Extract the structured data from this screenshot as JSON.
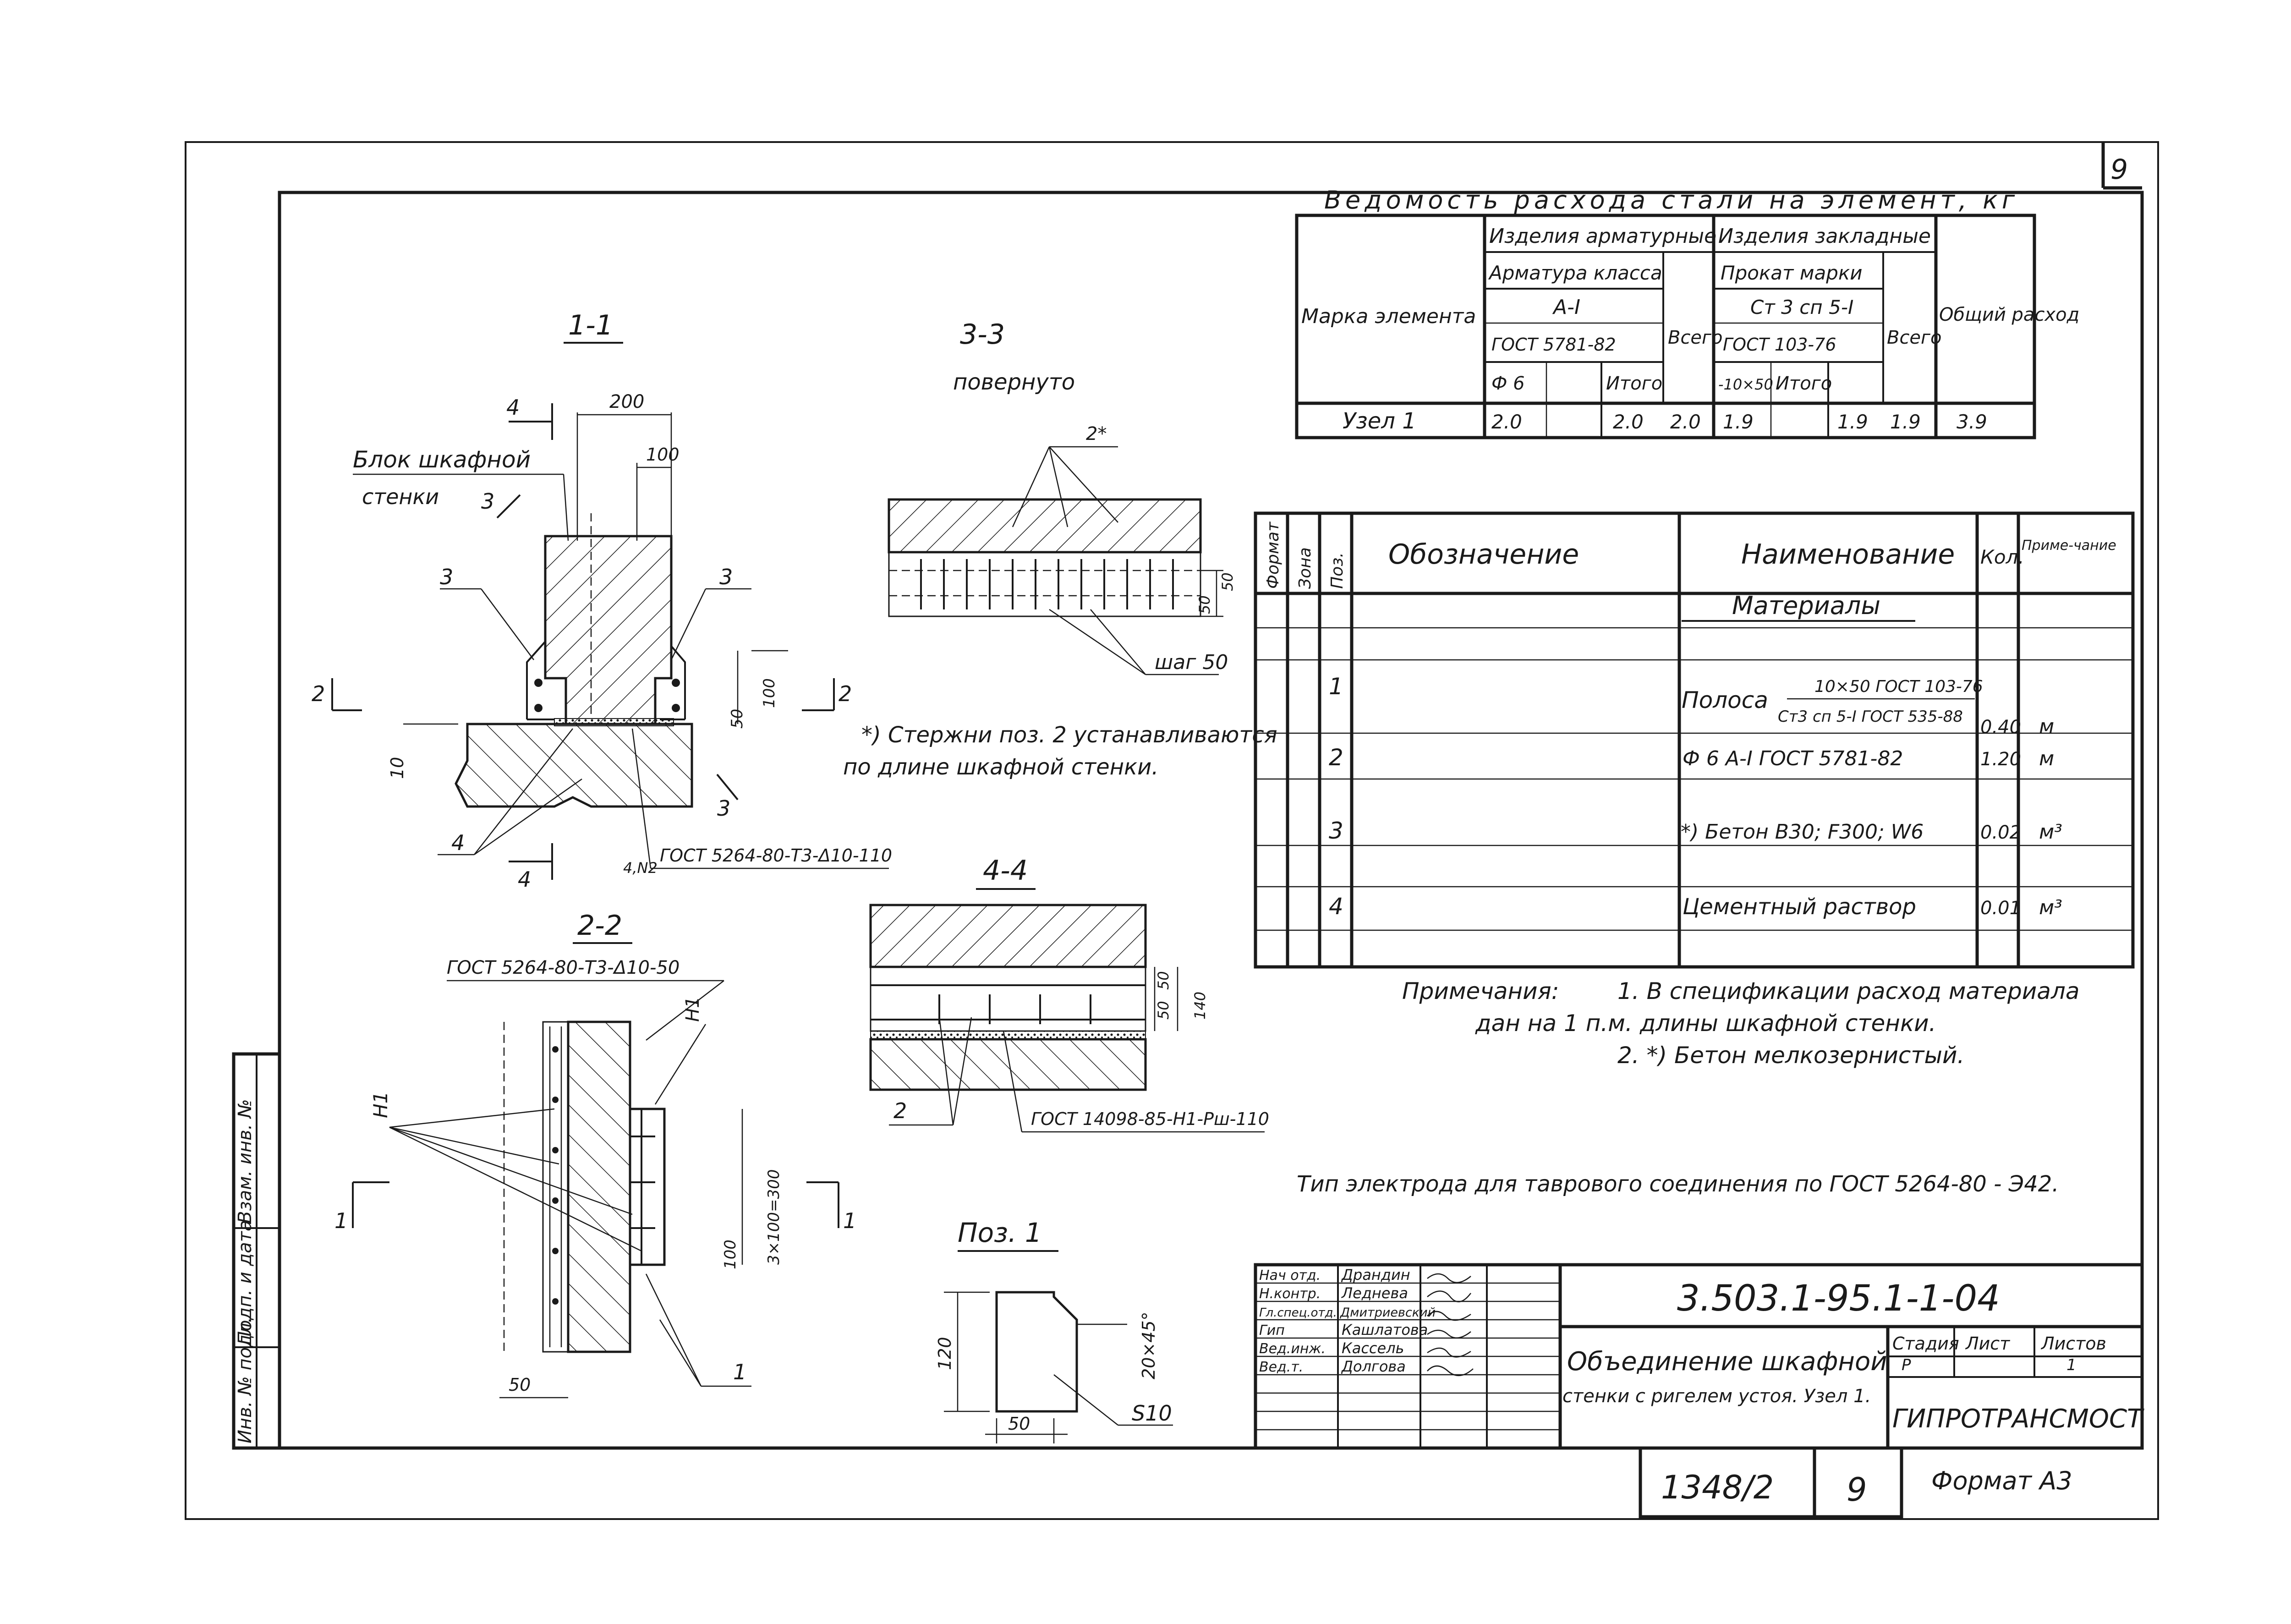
{
  "sheet_number": "9",
  "steel_table": {
    "title": "Ведомость расхода стали на элемент, кг",
    "col_element": "Марка элемента",
    "group_rebar": "Изделия арматурные",
    "rebar_class": "Арматура класса",
    "rebar_class_value": "А-I",
    "rebar_gost": "ГОСТ 5781-82",
    "rebar_diam": "Ф 6",
    "itogo": "Итого",
    "vsego": "Всего",
    "group_embedded": "Изделия закладные",
    "prokat": "Прокат марки",
    "prokat_value": "Ст 3 сп 5-I",
    "prokat_gost": "ГОСТ 103-76",
    "prokat_size": "-10×50",
    "total": "Общий расход",
    "row_name": "Узел 1",
    "row_values": [
      "2.0",
      "2.0",
      "2.0",
      "1.9",
      "1.9",
      "1.9",
      "3.9"
    ]
  },
  "spec_table": {
    "h_format": "Формат",
    "h_zone": "Зона",
    "h_pos": "Поз.",
    "h_designation": "Обозначение",
    "h_name": "Наименование",
    "h_qty": "Кол.",
    "h_note": "Приме-чание",
    "section": "Материалы",
    "rows": [
      {
        "pos": "1",
        "name": "Полоса",
        "frac_top": "10×50 ГОСТ 103-76",
        "frac_bottom": "Ст3 сп 5-I ГОСТ 535-88",
        "qty": "0.40",
        "unit": "м"
      },
      {
        "pos": "2",
        "name": "Ф 6 А-I ГОСТ 5781-82",
        "qty": "1.20",
        "unit": "м"
      },
      {
        "pos": "3",
        "name": "*) Бетон В30; F300; W6",
        "qty": "0.02",
        "unit": "м³"
      },
      {
        "pos": "4",
        "name": "Цементный раствор",
        "qty": "0.01",
        "unit": "м³"
      }
    ]
  },
  "notes": {
    "label": "Примечания:",
    "n1a": "1. В спецификации расход материала",
    "n1b": "дан на 1 п.м. длины шкафной стенки.",
    "n2": "2. *) Бетон мелкозернистый."
  },
  "electrode_note": "Тип электрода для таврового соединения по ГОСТ 5264-80 - Э42.",
  "rods_note_1": "*) Стержни поз. 2 устанавливаются",
  "rods_note_2": "по длине шкафной стенки.",
  "views": {
    "s11": {
      "title": "1-1",
      "dim200": "200",
      "dim100": "100",
      "label_block_1": "Блок шкафной",
      "label_block_2": "стенки",
      "dim_100v": "100",
      "dim_50v": "50",
      "dim_10": "10",
      "weld": "ГОСТ 5264-80-Т3-Δ10-110",
      "n12": "4,N2",
      "m4": "4",
      "m3": "3",
      "m2": "2"
    },
    "s33": {
      "title": "3-3",
      "subtitle": "повернуто",
      "label_2star": "2*",
      "step": "шаг 50",
      "dim_50a": "50",
      "dim_50b": "50"
    },
    "s44": {
      "title": "4-4",
      "d50": "50",
      "d90": "50",
      "d140": "140",
      "lbl2": "2",
      "weld": "ГОСТ 14098-85-Н1-Рш-110"
    },
    "s22": {
      "title": "2-2",
      "weld": "ГОСТ 5264-80-Т3-Δ10-50",
      "n1": "Н1",
      "n1b": "Н1",
      "dim_pitch": "3×100=300",
      "dim_100": "100",
      "dim_50": "50",
      "lbl1": "1"
    },
    "pos1": {
      "title": "Поз. 1",
      "d120": "120",
      "d50": "50",
      "chamfer": "20×45°",
      "thick": "S10"
    }
  },
  "title_block": {
    "code": "3.503.1-95.1-1-04",
    "name_1": "Объединение шкафной",
    "name_2": "стенки с ригелем устоя. Узел 1.",
    "org": "ГИПРОТРАНСМОСТ",
    "stage_h": "Стадия",
    "sheet_h": "Лист",
    "sheets_h": "Листов",
    "stage": "Р",
    "sheets": "1",
    "roles": [
      "Нач отд.",
      "Н.контр.",
      "Гл.спец.отд.",
      "Гип",
      "Вед.инж.",
      "Вед.т."
    ],
    "people": [
      "Драндин",
      "Леднева",
      "Дмитриевский",
      "Кашлатова",
      "Кассель",
      "Долгова"
    ],
    "archive": "1348/2",
    "page": "9",
    "format": "Формат А3"
  },
  "side_stamp": [
    "Инв. № подл.",
    "Подп. и дата",
    "Взам. инв. №"
  ]
}
